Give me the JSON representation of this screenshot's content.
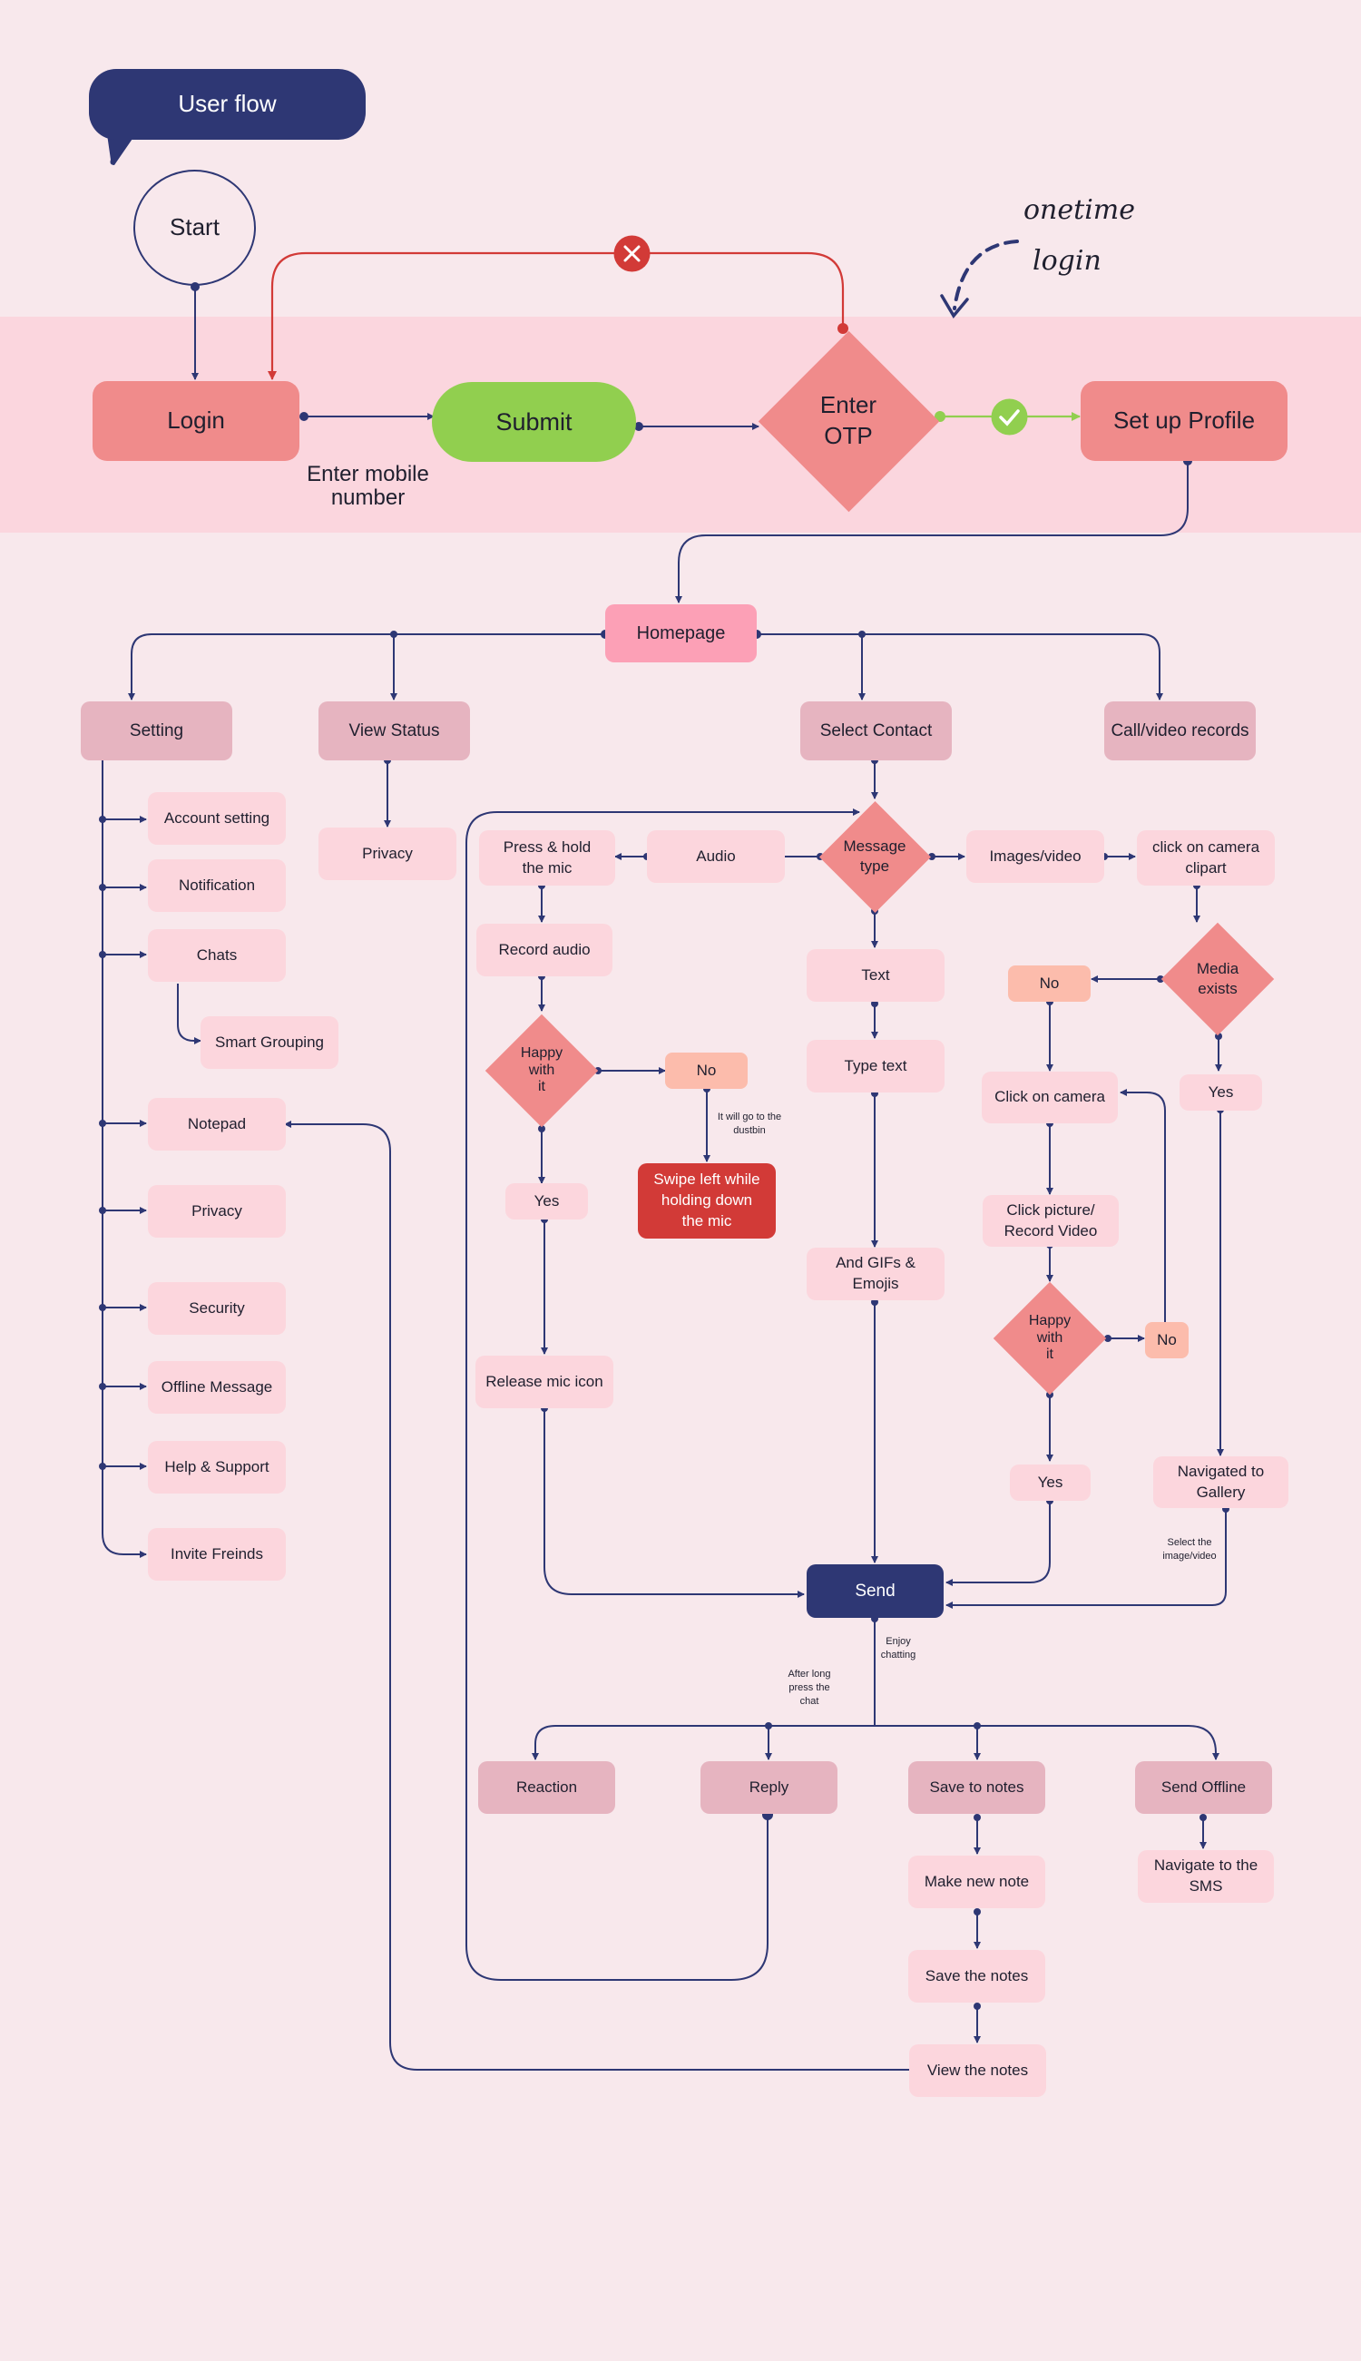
{
  "colors": {
    "navy": "#2e3774",
    "red": "#d23a37",
    "green": "#91cf4f",
    "salmon": "#f08b8b",
    "band": "#fbd6de",
    "background": "#f8e8ec"
  },
  "header": {
    "title": "User flow"
  },
  "annotation": {
    "line1": "onetime",
    "line2": "login"
  },
  "onboarding": {
    "start": "Start",
    "login": "Login",
    "login_caption": "Enter mobile\nnumber",
    "submit": "Submit",
    "enter_otp": "Enter\nOTP",
    "setup_profile": "Set up Profile",
    "fail_icon": "x-circle-icon",
    "success_icon": "check-circle-icon"
  },
  "homepage": {
    "label": "Homepage"
  },
  "branches": {
    "setting": "Setting",
    "view_status": "View Status",
    "select_contact": "Select Contact",
    "call_video": "Call/video records"
  },
  "settings_items": [
    "Account setting",
    "Notification",
    "Chats",
    "Notepad",
    "Privacy",
    "Security",
    "Offline Message",
    "Help & Support",
    "Invite Freinds"
  ],
  "smart_grouping": "Smart Grouping",
  "status_privacy": "Privacy",
  "message": {
    "type": "Message\ntype",
    "audio": "Audio",
    "press_hold": "Press & hold\nthe mic",
    "record_audio": "Record audio",
    "happy_audio": "Happy\nwith\nit",
    "no_audio": "No",
    "dustbin_note": "It will go to the\ndustbin",
    "swipe_left": "Swipe left while\nholding down\nthe mic",
    "yes_audio": "Yes",
    "release_mic": "Release mic icon",
    "text": "Text",
    "type_text": "Type text",
    "gifs": "And GIFs &\nEmojis",
    "images_video": "Images/video",
    "camera_clipart": "click on camera\nclipart",
    "media_exists": "Media\nexists",
    "no_media": "No",
    "yes_media": "Yes",
    "click_camera": "Click on camera",
    "click_picture": "Click picture/\nRecord Video",
    "happy_media": "Happy\nwith\nit",
    "no_media2": "No",
    "yes_media2": "Yes",
    "navigated_gallery": "Navigated to\nGallery",
    "select_note": "Select the\nimage/video",
    "send": "Send",
    "enjoy_note": "Enjoy\nchatting",
    "long_press_note": "After long\npress the\nchat"
  },
  "actions": {
    "reaction": "Reaction",
    "reply": "Reply",
    "save_notes": "Save to notes",
    "send_offline": "Send Offline",
    "make_note": "Make new note",
    "save_the_notes": "Save the notes",
    "view_notes": "View the notes",
    "navigate_sms": "Navigate to the\nSMS"
  }
}
